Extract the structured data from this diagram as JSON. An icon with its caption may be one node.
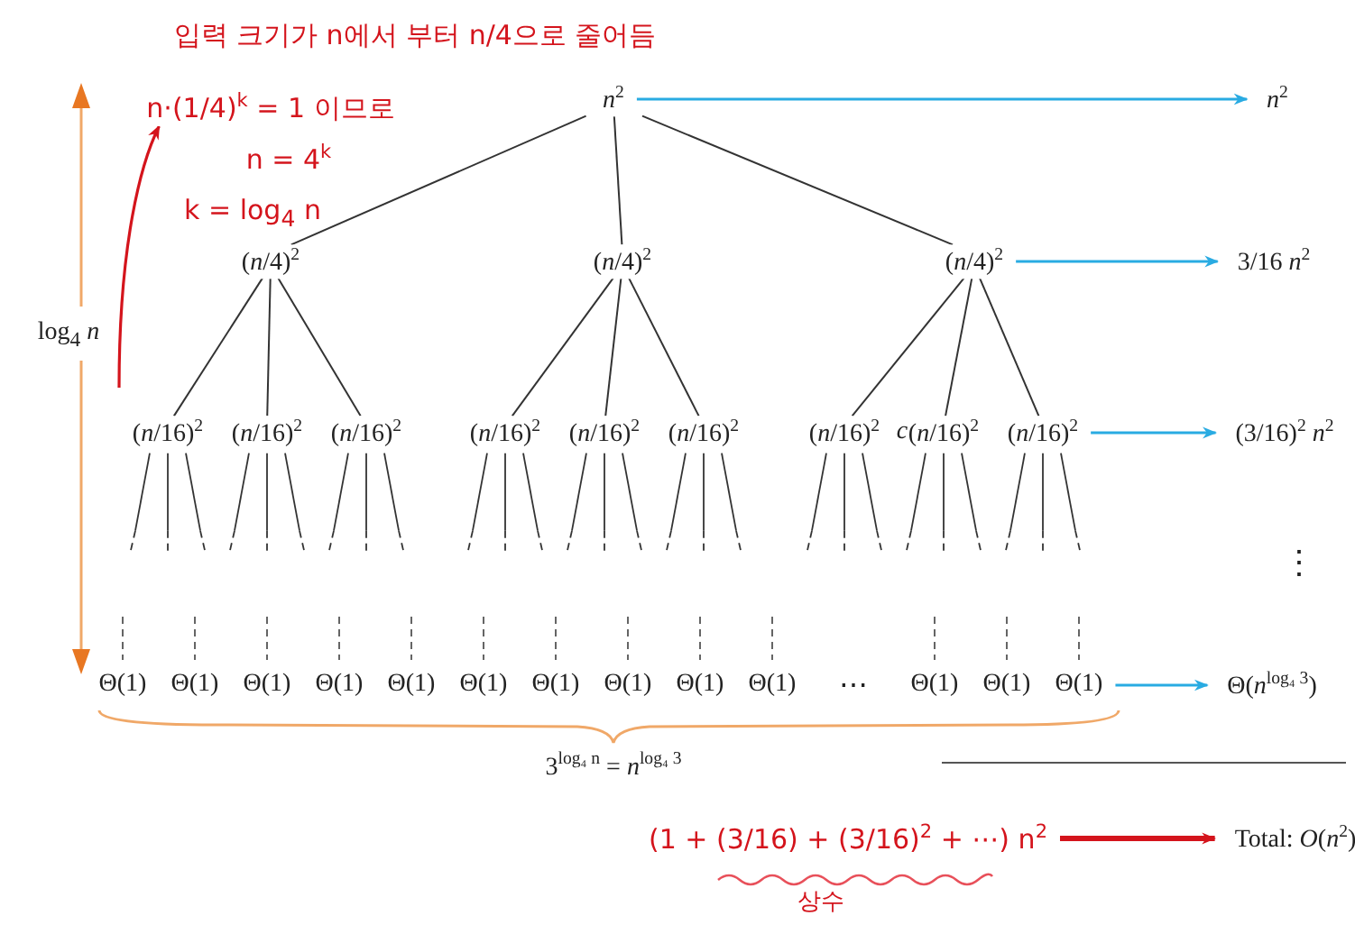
{
  "diagram": {
    "nodes": [
      {
        "text": [
          "n·(1/4)$^{k}$ = 1 이므로"
        ]
      },
      {
        "text": [
          "*n*$^{2}$"
        ]
      },
      {
        "text": [
          "*n*$^{2}$"
        ]
      },
      {
        "text": [
          "(*n*/4)$^{2}$"
        ]
      },
      {
        "text": [
          "(*n*/4)$^{2}$"
        ]
      },
      {
        "text": [
          "(*n*/4)$^{2}$"
        ]
      },
      {
        "text": [
          "3/16 *n*$^{2}$"
        ]
      },
      {
        "text": [
          "(*n*/16)$^{2}$"
        ]
      },
      {
        "text": [
          "(*n*/16)$^{2}$"
        ]
      },
      {
        "text": [
          "(*n*/16)$^{2}$"
        ]
      },
      {
        "text": [
          "(*n*/16)$^{2}$"
        ]
      },
      {
        "text": [
          "(*n*/16)$^{2}$"
        ]
      },
      {
        "text": [
          "(*n*/16)$^{2}$"
        ]
      },
      {
        "text": [
          "(*n*/16)$^{2}$"
        ]
      },
      {
        "text": [
          "(*n*/16)$^{2}$"
        ]
      },
      {
        "text": [
          "(*n*/16)$^{2}$"
        ]
      },
      {
        "text": [
          "(3/16)$^{2}$ *n*$^{2}$"
        ]
      },
      {
        "text": [
          "Θ(1)"
        ]
      },
      {
        "text": [
          "Θ(1)"
        ]
      },
      {
        "text": [
          "Θ(1)"
        ]
      },
      {
        "text": [
          "Θ(1)"
        ]
      },
      {
        "text": [
          "Θ(1)"
        ]
      },
      {
        "text": [
          "Θ(1)"
        ]
      },
      {
        "text": [
          "Θ(1)"
        ]
      },
      {
        "text": [
          "Θ(1)"
        ]
      },
      {
        "text": [
          "Θ(1)"
        ]
      },
      {
        "text": [
          "Θ(1)"
        ]
      },
      {
        "text": [
          "Θ(1)"
        ]
      },
      {
        "text": [
          "Θ(1)"
        ]
      },
      {
        "text": [
          "Θ(1)"
        ]
      },
      {
        "text": [
          "Θ(*n*$^{log₄ 3}$)"
        ]
      },
      {
        "text": [
          "(1 + (3/16) + (3/16)$^{2}$ + ⋯) n$^{2}$"
        ]
      },
      {
        "text": [
          "Total: *O*(*n*$^{2}$)"
        ]
      }
    ],
    "edges": [
      {
        "from": 1,
        "to": 3,
        "arrow": "none"
      },
      {
        "from": 1,
        "to": 4,
        "arrow": "none"
      },
      {
        "from": 1,
        "to": 5,
        "arrow": "none"
      },
      {
        "from": 3,
        "to": 7,
        "arrow": "none"
      },
      {
        "from": 3,
        "to": 8,
        "arrow": "none"
      },
      {
        "from": 3,
        "to": 9,
        "arrow": "none"
      },
      {
        "from": 4,
        "to": 10,
        "arrow": "none"
      },
      {
        "from": 4,
        "to": 11,
        "arrow": "none"
      },
      {
        "from": 4,
        "to": 12,
        "arrow": "none"
      },
      {
        "from": 5,
        "to": 13,
        "arrow": "none"
      },
      {
        "from": 5,
        "to": 14,
        "arrow": "none"
      },
      {
        "from": 5,
        "to": 15,
        "arrow": "none"
      },
      {
        "from": 1,
        "to": 2,
        "arrow": "to",
        "color": "#29abe2"
      },
      {
        "from": 5,
        "to": 6,
        "arrow": "to",
        "color": "#29abe2"
      },
      {
        "from": 15,
        "to": 16,
        "arrow": "to",
        "color": "#29abe2"
      },
      {
        "from": 29,
        "to": 30,
        "arrow": "to",
        "color": "#29abe2"
      },
      {
        "from": null,
        "to": 0,
        "arrow": "to",
        "color": "#d4141c"
      },
      {
        "from": 31,
        "to": 32,
        "arrow": "to",
        "style": "thick",
        "color": "#d4141c"
      }
    ],
    "labels": [
      "입력 크기가 n에서 부터 n/4으로 줄어듬",
      "n = 4$^{k}$",
      "k = log$_{4}$ n",
      "log$_{4}$ *n*",
      "*c*",
      "⋮",
      "⋯",
      "3$^{log₄ n}$ = *n*$^{log₄ 3}$",
      "상수"
    ]
  }
}
